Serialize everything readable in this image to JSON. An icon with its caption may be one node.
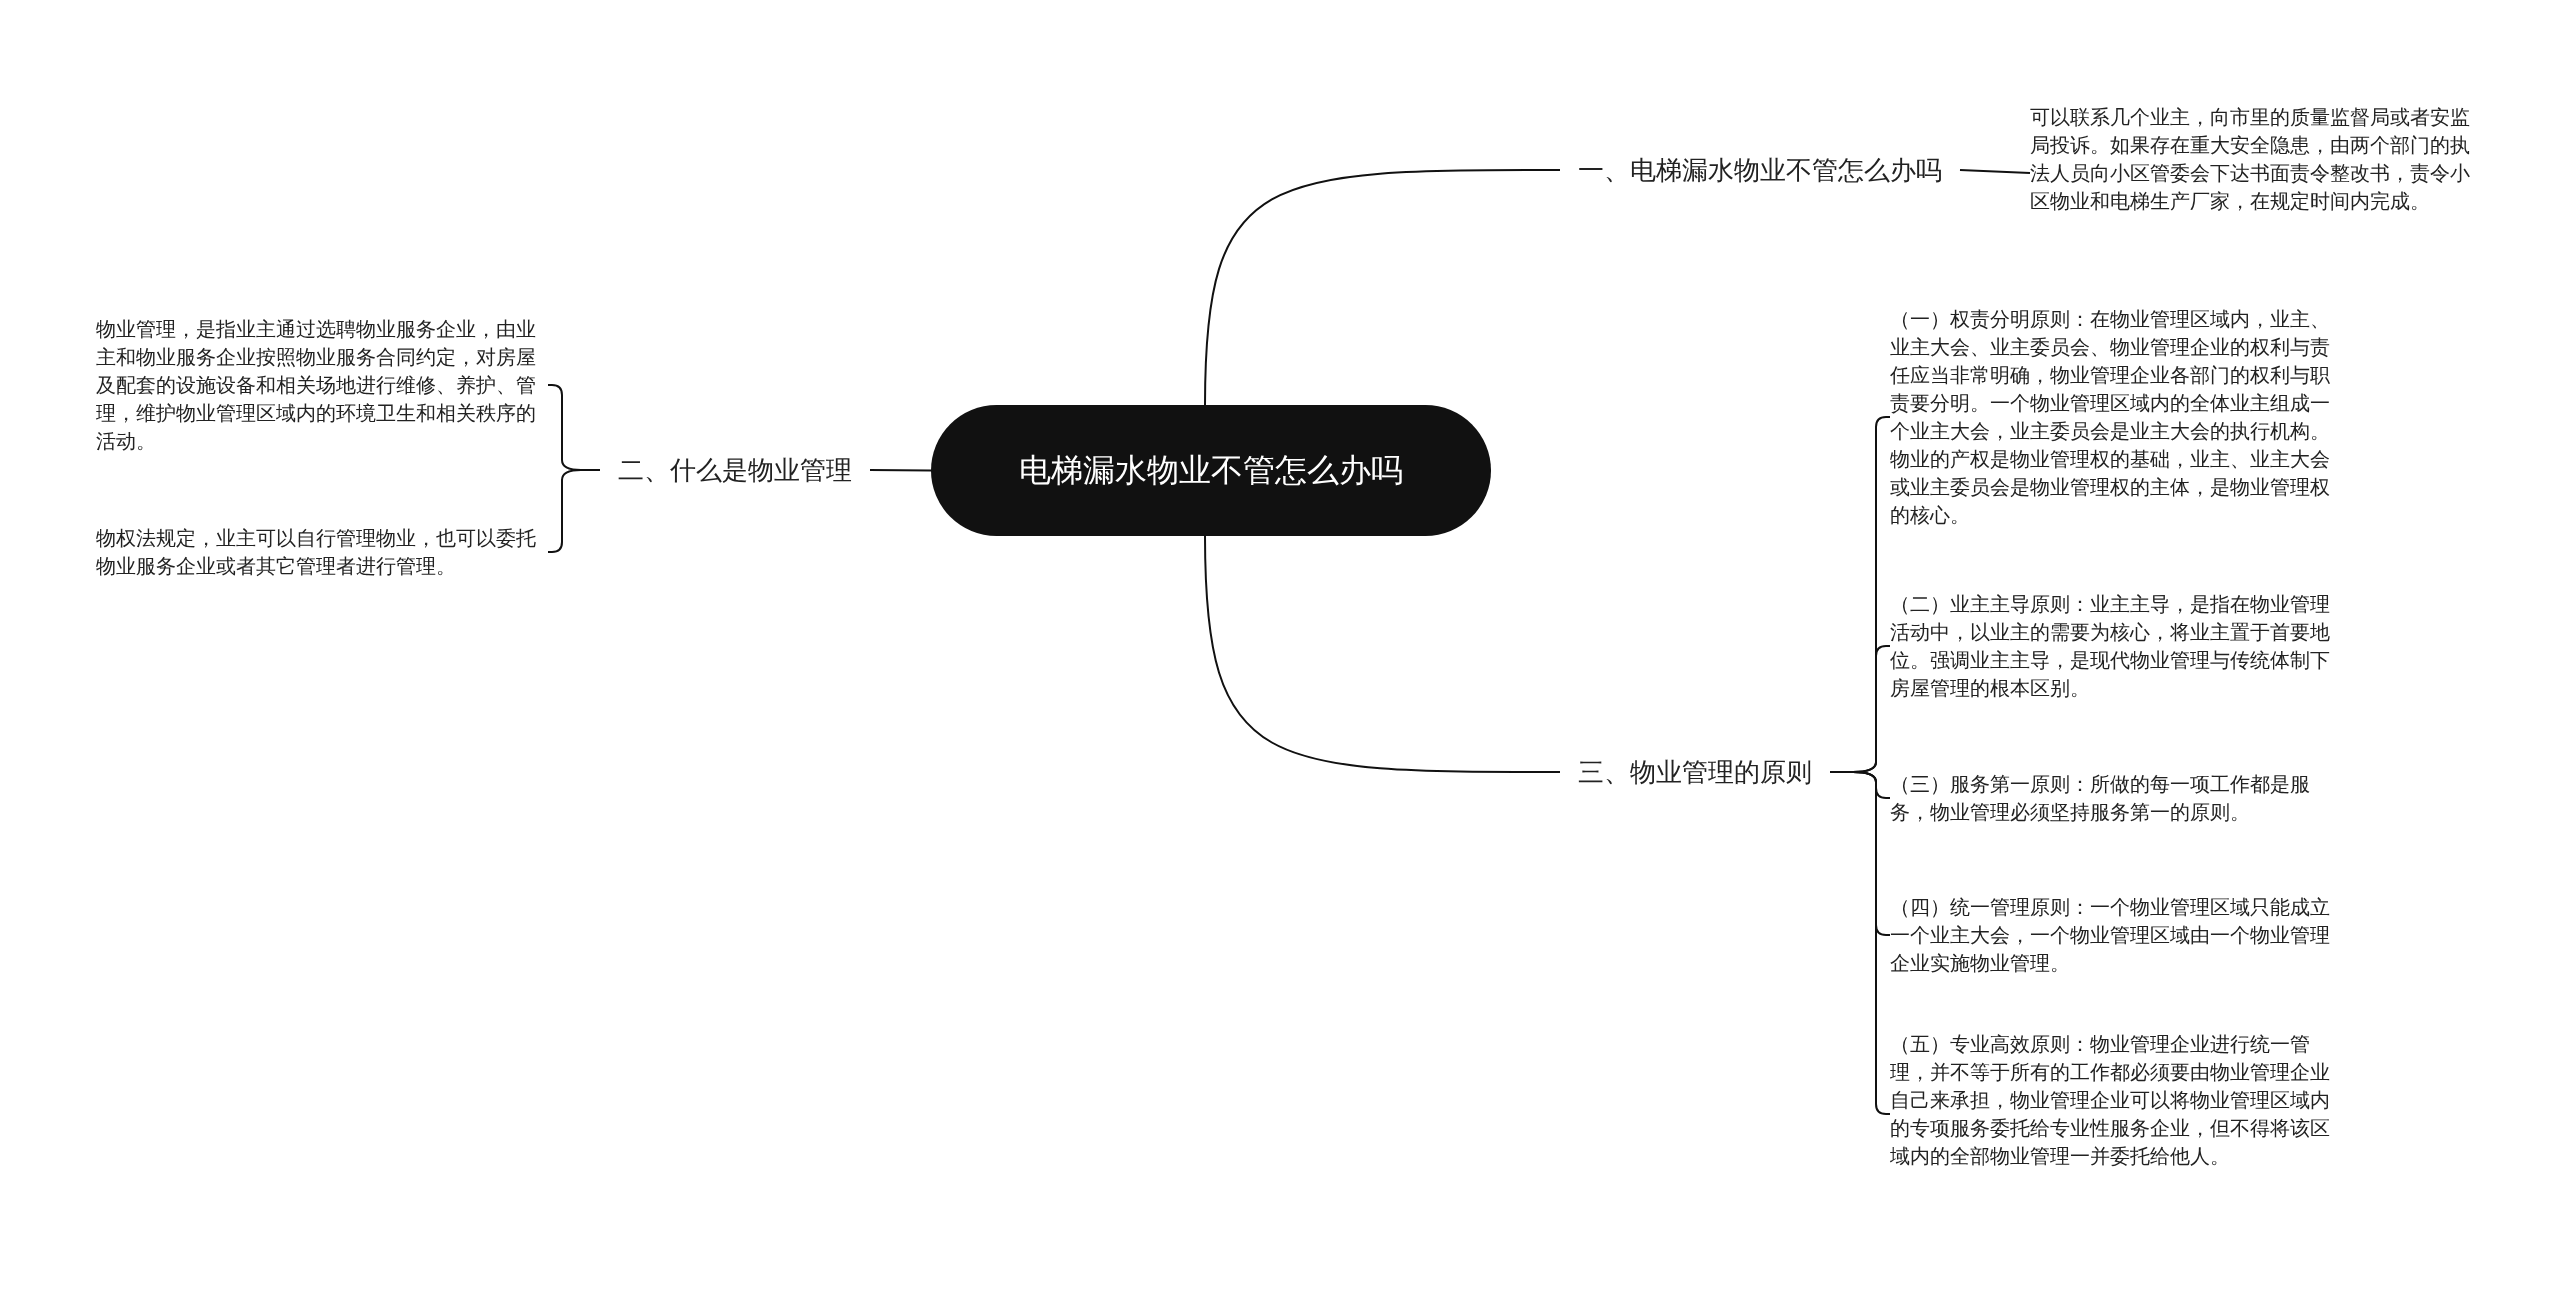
{
  "diagram": {
    "nodes": [
      {
        "text": [
          "电梯漏水物业不管怎么办吗"
        ]
      },
      {
        "text": [
          "一、电梯漏水物业不管怎么办吗"
        ]
      },
      {
        "text": [
          "可以联系几个业主，向市里的质量监督局或者安监局投诉。如果存在重大安全隐患，由两个部门的执法人员向小区管委会下达书面责令整改书，责令小区物业和电梯生产厂家，在规定时间内完成。"
        ]
      },
      {
        "text": [
          "二、什么是物业管理"
        ]
      },
      {
        "text": [
          "物业管理，是指业主通过选聘物业服务企业，由业主和物业服务企业按照物业服务合同约定，对房屋及配套的设施设备和相关场地进行维修、养护、管理，维护物业管理区域内的环境卫生和相关秩序的活动。"
        ]
      },
      {
        "text": [
          "物权法规定，业主可以自行管理物业，也可以委托物业服务企业或者其它管理者进行管理。"
        ]
      },
      {
        "text": [
          "三、物业管理的原则"
        ]
      },
      {
        "text": [
          "（一）权责分明原则：在物业管理区域内，业主、业主大会、业主委员会、物业管理企业的权利与责任应当非常明确，物业管理企业各部门的权利与职责要分明。一个物业管理区域内的全体业主组成一个业主大会，业主委员会是业主大会的执行机构。物业的产权是物业管理权的基础，业主、业主大会或业主委员会是物业管理权的主体，是物业管理权的核心。"
        ]
      },
      {
        "text": [
          "（二）业主主导原则：业主主导，是指在物业管理活动中，以业主的需要为核心，将业主置于首要地位。强调业主主导，是现代物业管理与传统体制下房屋管理的根本区别。"
        ]
      },
      {
        "text": [
          "（三）服务第一原则：所做的每一项工作都是服务，物业管理必须坚持服务第一的原则。"
        ]
      },
      {
        "text": [
          "（四）统一管理原则：一个物业管理区域只能成立一个业主大会，一个物业管理区域由一个物业管理企业实施物业管理。"
        ]
      },
      {
        "text": [
          "（五）专业高效原则：物业管理企业进行统一管理，并不等于所有的工作都必须要由物业管理企业自己来承担，物业管理企业可以将物业管理区域内的专项服务委托给专业性服务企业，但不得将该区域内的全部物业管理一并委托给他人。"
        ]
      }
    ],
    "edges": [
      {
        "from": 0,
        "to": 1,
        "arrow": "none"
      },
      {
        "from": 1,
        "to": 2,
        "arrow": "none"
      },
      {
        "from": 0,
        "to": 3,
        "arrow": "none"
      },
      {
        "from": 3,
        "to": 4,
        "arrow": "none"
      },
      {
        "from": 3,
        "to": 5,
        "arrow": "none"
      },
      {
        "from": 0,
        "to": 6,
        "arrow": "none"
      },
      {
        "from": 6,
        "to": 7,
        "arrow": "none"
      },
      {
        "from": 6,
        "to": 8,
        "arrow": "none"
      },
      {
        "from": 6,
        "to": 9,
        "arrow": "none"
      },
      {
        "from": 6,
        "to": 10,
        "arrow": "none"
      },
      {
        "from": 6,
        "to": 11,
        "arrow": "none"
      }
    ]
  }
}
